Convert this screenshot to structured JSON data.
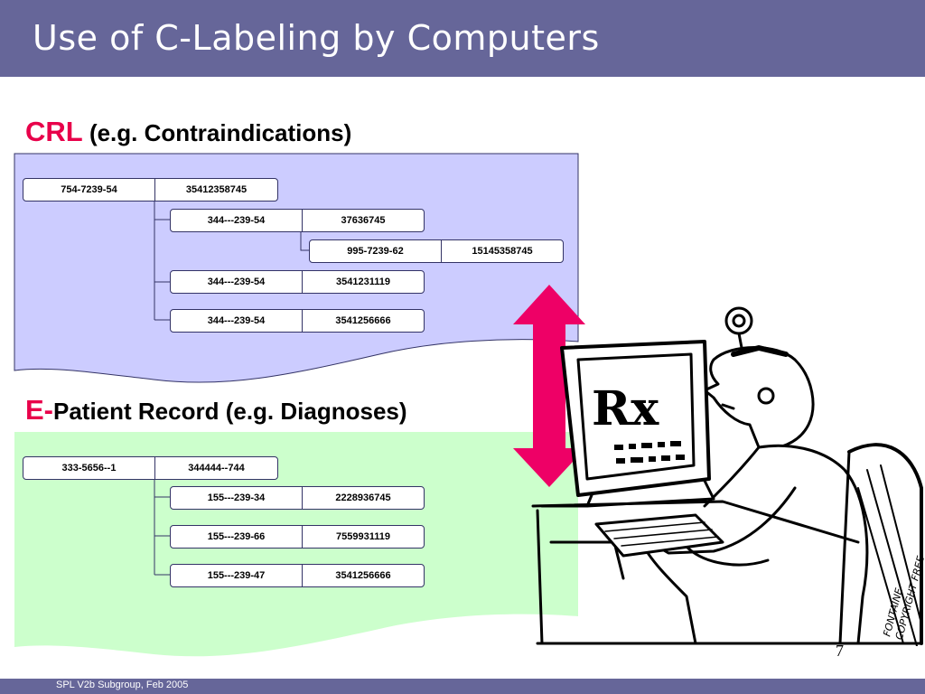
{
  "title": "Use of C-Labeling by Computers",
  "footer": "SPL V2b Subgroup, Feb 2005",
  "page_number": "7",
  "crl": {
    "prefix": "CRL",
    "label": " (e.g. Contraindications)",
    "records": [
      {
        "code": "754-7239-54",
        "value": "35412358745"
      },
      {
        "code": "344---239-54",
        "value": "37636745"
      },
      {
        "code": "995-7239-62",
        "value": "15145358745"
      },
      {
        "code": "344---239-54",
        "value": "3541231119"
      },
      {
        "code": "344---239-54",
        "value": "3541256666"
      }
    ]
  },
  "epr": {
    "prefix": "E-",
    "label": "Patient Record (e.g. Diagnoses)",
    "records": [
      {
        "code": "333-5656--1",
        "value": "344444--744"
      },
      {
        "code": "155---239-34",
        "value": "2228936745"
      },
      {
        "code": "155---239-66",
        "value": "7559931119"
      },
      {
        "code": "155---239-47",
        "value": "3541256666"
      }
    ]
  },
  "cartoon": {
    "screen_text": "Rx",
    "signature_line1": "FONTAINE",
    "signature_line2": "COPYRIGHT FREE"
  },
  "colors": {
    "title_bar": "#666699",
    "crl_panel": "#ccccff",
    "epr_panel": "#ccffcc",
    "accent": "#e8004a"
  }
}
